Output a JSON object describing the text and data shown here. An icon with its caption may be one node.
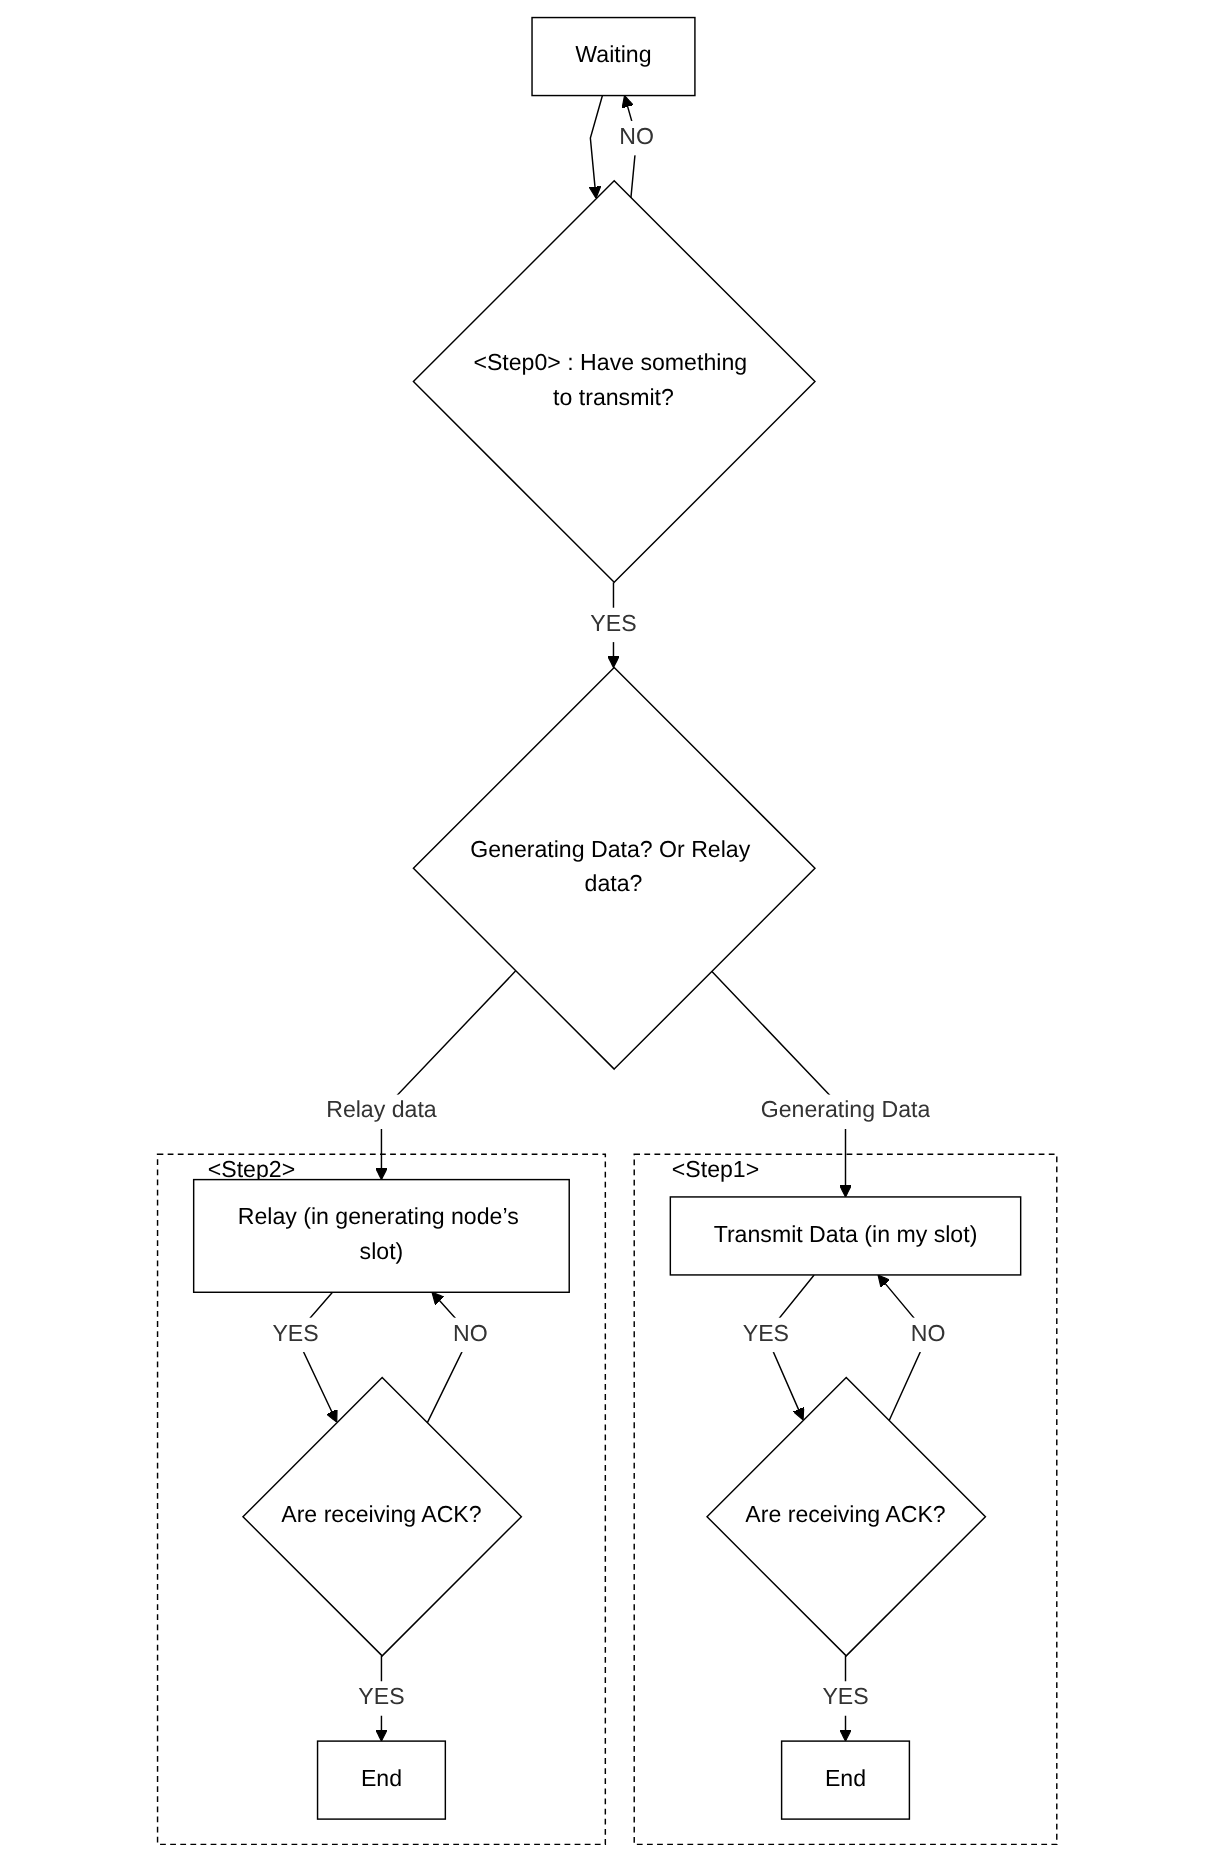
{
  "diagram": {
    "nodes": [
      {
        "text": [
          "Waiting"
        ]
      },
      {
        "text": [
          "<Step0> : Have something to transmit?"
        ]
      },
      {
        "text": [
          "Generating Data? Or Relay data?"
        ]
      },
      {
        "text": [
          "<Step1>"
        ]
      },
      {
        "text": [
          "Transmit Data (in my slot)"
        ],
        "in": 3
      },
      {
        "text": [
          "Are receiving ACK?"
        ],
        "in": 3
      },
      {
        "text": [
          "End"
        ],
        "in": 3
      },
      {
        "text": [
          "<Step2>"
        ]
      },
      {
        "text": [
          "Relay (in generating node’s slot)"
        ],
        "in": 7
      },
      {
        "text": [
          "Are receiving ACK?"
        ],
        "in": 7
      },
      {
        "text": [
          "End"
        ],
        "in": 7
      }
    ],
    "edges": [
      {
        "from": 0,
        "to": 1,
        "arrow": "to"
      },
      {
        "from": 1,
        "to": 0,
        "arrow": "to",
        "label": "NO"
      },
      {
        "from": 1,
        "to": 2,
        "arrow": "to",
        "label": "YES"
      },
      {
        "from": 2,
        "to": 4,
        "arrow": "to",
        "label": "Generating Data"
      },
      {
        "from": 2,
        "to": 8,
        "arrow": "to",
        "label": "Relay data"
      },
      {
        "from": 4,
        "to": 5,
        "arrow": "to",
        "label": "YES"
      },
      {
        "from": 5,
        "to": 4,
        "arrow": "to",
        "label": "NO"
      },
      {
        "from": 5,
        "to": 6,
        "arrow": "to",
        "label": "YES"
      },
      {
        "from": 8,
        "to": 9,
        "arrow": "to",
        "label": "YES"
      },
      {
        "from": 9,
        "to": 8,
        "arrow": "to",
        "label": "NO"
      },
      {
        "from": 9,
        "to": 10,
        "arrow": "to",
        "label": "YES"
      }
    ]
  }
}
